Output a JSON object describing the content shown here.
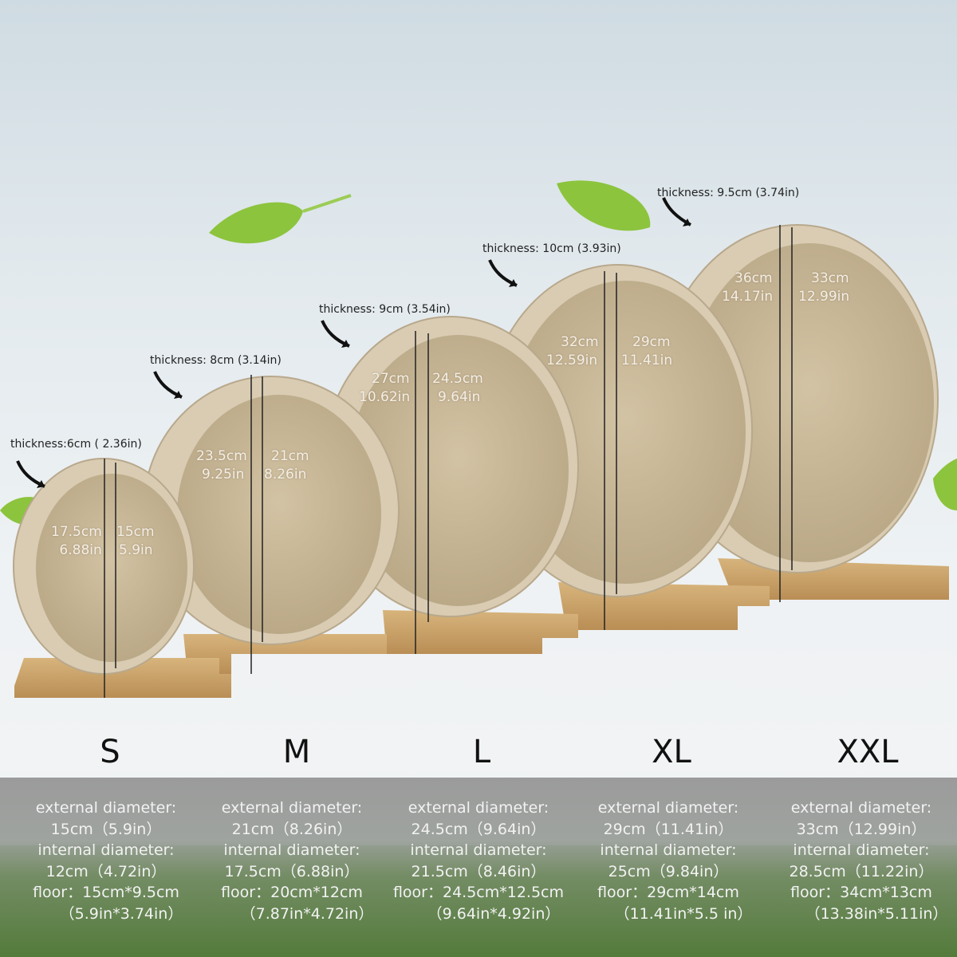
{
  "colors": {
    "wood_rim": "#d9ccb3",
    "wood_inner": "#c4b496",
    "base": "#c9a56e",
    "leaf": "#8cc43e"
  },
  "products": [
    {
      "size": "S",
      "thickness": "thickness:6cm ( 2.36in)",
      "outer_cm": "17.5cm",
      "outer_in": "6.88in",
      "inner_cm": "15cm",
      "inner_in": "5.9in",
      "spec": {
        "ext_label": "external diameter:",
        "ext_value": "15cm（5.9in）",
        "int_label": "internal diameter:",
        "int_value": "12cm（4.72in）",
        "floor": "floor：15cm*9.5cm",
        "floor_in": "（5.9in*3.74in）"
      }
    },
    {
      "size": "M",
      "thickness": "thickness: 8cm (3.14in)",
      "outer_cm": "23.5cm",
      "outer_in": "9.25in",
      "inner_cm": "21cm",
      "inner_in": "8.26in",
      "spec": {
        "ext_label": "external diameter:",
        "ext_value": "21cm（8.26in）",
        "int_label": "internal diameter:",
        "int_value": "17.5cm（6.88in）",
        "floor": "floor：20cm*12cm",
        "floor_in": "（7.87in*4.72in）"
      }
    },
    {
      "size": "L",
      "thickness": "thickness: 9cm (3.54in)",
      "outer_cm": "27cm",
      "outer_in": "10.62in",
      "inner_cm": "24.5cm",
      "inner_in": "9.64in",
      "spec": {
        "ext_label": "external diameter:",
        "ext_value": "24.5cm（9.64in）",
        "int_label": "internal diameter:",
        "int_value": "21.5cm（8.46in）",
        "floor": "floor：24.5cm*12.5cm",
        "floor_in": "（9.64in*4.92in）"
      }
    },
    {
      "size": "XL",
      "thickness": "thickness: 10cm (3.93in)",
      "outer_cm": "32cm",
      "outer_in": "12.59in",
      "inner_cm": "29cm",
      "inner_in": "11.41in",
      "spec": {
        "ext_label": "external diameter:",
        "ext_value": "29cm（11.41in）",
        "int_label": "internal diameter:",
        "int_value": "25cm（9.84in）",
        "floor": "floor：29cm*14cm",
        "floor_in": "（11.41in*5.5 in）"
      }
    },
    {
      "size": "XXL",
      "thickness": "thickness: 9.5cm (3.74in)",
      "outer_cm": "36cm",
      "outer_in": "14.17in",
      "inner_cm": "33cm",
      "inner_in": "12.99in",
      "spec": {
        "ext_label": "external diameter:",
        "ext_value": "33cm（12.99in）",
        "int_label": "internal diameter:",
        "int_value": "28.5cm（11.22in）",
        "floor": "floor：34cm*13cm",
        "floor_in": "（13.38in*5.11in）"
      }
    }
  ]
}
